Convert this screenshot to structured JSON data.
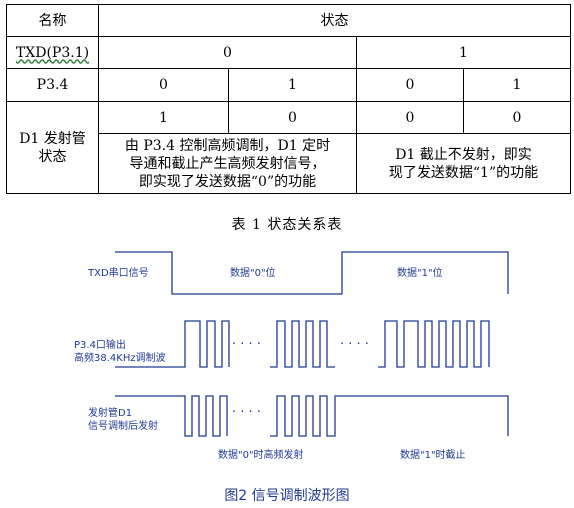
{
  "table": {
    "header": {
      "name": "名称",
      "state": "状态"
    },
    "rows": {
      "txd": {
        "label": "TXD(P3.1)",
        "v0": "0",
        "v1": "1"
      },
      "p34": {
        "label": "P3.4",
        "a": "0",
        "b": "1",
        "c": "0",
        "d": "1"
      },
      "d1": {
        "label_line1": "D1 发射管",
        "label_line2": "状态",
        "a": "1",
        "b": "0",
        "c": "0",
        "d": "0",
        "desc0_l1": "由 P3.4 控制高频调制，D1 定时",
        "desc0_l2": "导通和截止产生高频发射信号，",
        "desc0_l3": "即实现了发送数据“0”的功能",
        "desc1_l1": "D1 截止不发射，即实",
        "desc1_l2": "现了发送数据“1”的功能"
      }
    }
  },
  "caption_table": "表 1   状态关系表",
  "waveform": {
    "txd_label": "TXD串口信号",
    "data0_label": "数据\"0\"位",
    "data1_label": "数据\"1\"位",
    "p34_label_l1": "P3.4口输出",
    "p34_label_l2": "高频38.4KHz调制波",
    "d1_label_l1": "发射管D1",
    "d1_label_l2": "信号调制后发射",
    "note0": "数据\"0\"时高频发射",
    "note1": "数据\"1\"时截止",
    "ellipsis": "· · · ·"
  },
  "caption_figure": "图2  信号调制波形图",
  "colors": {
    "wave_line": "#1f3a93",
    "caption_blue": "#1f3a93"
  }
}
